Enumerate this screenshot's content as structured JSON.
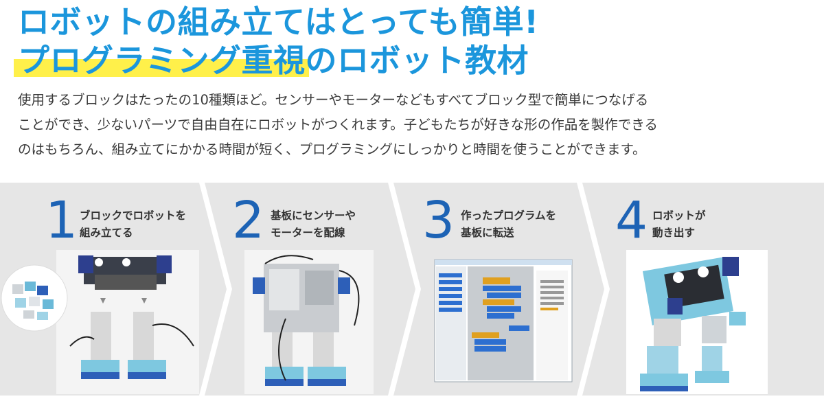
{
  "headline": {
    "line1": "ロボットの組み立てはとっても簡単!",
    "line2": "プログラミング重視のロボット教材"
  },
  "intro": {
    "line1": "使用するブロックはたったの10種類ほど。センサーやモーターなどもすべてブロック型で簡単につなげる",
    "line2": "ことができ、少ないパーツで自由自在にロボットがつくれます。子どもたちが好きな形の作品を製作できる",
    "line3": "のはもちろん、組み立てにかかる時間が短く、プログラミングにしっかりと時間を使うことができます。"
  },
  "steps": [
    {
      "number": "1",
      "label_line1": "ブロックでロボットを",
      "label_line2": "組み立てる"
    },
    {
      "number": "2",
      "label_line1": "基板にセンサーや",
      "label_line2": "モーターを配線"
    },
    {
      "number": "3",
      "label_line1": "作ったプログラムを",
      "label_line2": "基板に転送"
    },
    {
      "number": "4",
      "label_line1": "ロボットが",
      "label_line2": "動き出す"
    }
  ],
  "colors": {
    "headline": "#1b96dc",
    "marker": "#fff04a",
    "step_number": "#1d63b5",
    "chevron_bg": "#e6e6e6"
  }
}
